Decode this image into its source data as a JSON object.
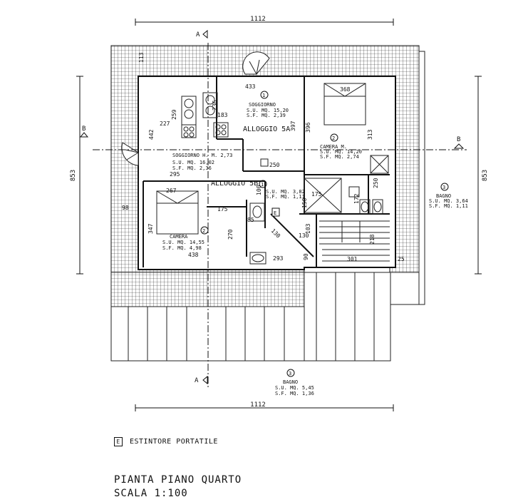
{
  "dims": {
    "top_width": "1112",
    "bottom_width": "1112",
    "left_height": "853",
    "right_height": "853",
    "inner": {
      "d113": "113",
      "d433": "433",
      "d368": "368",
      "d259": "259",
      "d236": "236",
      "d183": "183",
      "d227": "227",
      "d442": "442",
      "d397": "397",
      "d396": "396",
      "d313": "313",
      "d295": "295",
      "d250a": "250",
      "d250b": "250",
      "d267": "267",
      "d100": "100",
      "d98": "98",
      "d175a": "175",
      "d175b": "175",
      "d150": "150",
      "d172": "172",
      "d347": "347",
      "d270": "270",
      "d85": "85",
      "d130a": "130",
      "d130b": "130",
      "d103": "103",
      "d218": "218",
      "d438": "438",
      "d293": "293",
      "d90": "90",
      "d301": "301",
      "d25": "25"
    }
  },
  "sections": {
    "a_top": "A",
    "a_bottom": "A",
    "b_left": "B",
    "b_right": "B"
  },
  "units": {
    "alloggio_5a": "ALLOGGIO 5A",
    "alloggio_5b": "ALLOGGIO 5B"
  },
  "rooms": {
    "soggiorno_top": {
      "num": "1",
      "name": "SOGGIORNO",
      "su": "S.U. MQ. 15,20",
      "sf": "S.F. MQ. 2,39"
    },
    "camera_m": {
      "num": "2",
      "name": "CAMERA M.",
      "su": "S.U. MQ. 14,20",
      "sf": "S.F. MQ. 2,74"
    },
    "bagno_right": {
      "num": "3",
      "name": "BAGNO",
      "su": "S.U. MQ. 3,64",
      "sf": "S.F. MQ. 1,11"
    },
    "soggiorno_left": {
      "name": "SOGGIORNO H. M. 2,73",
      "su": "S.U. MQ. 16,02",
      "sf": "S.F. MQ. 2,36"
    },
    "bagno_small": {
      "num": "1",
      "su": "S.U. MQ. 3,82",
      "sf": "S.F. MQ. 1,11"
    },
    "camera": {
      "num": "2",
      "name": "CAMERA",
      "su": "S.U. MQ. 14,55",
      "sf": "S.F. MQ. 4,98"
    },
    "bagno_bottom": {
      "num": "3",
      "name": "BAGNO",
      "su": "S.U. MQ. 5,45",
      "sf": "S.F. MQ. 1,36"
    }
  },
  "legend": {
    "symbol": "E",
    "label": "ESTINTORE PORTATILE"
  },
  "title": {
    "line1": "PIANTA PIANO QUARTO",
    "line2": "SCALA 1:100"
  },
  "colors": {
    "line": "#111111",
    "background": "#ffffff"
  }
}
